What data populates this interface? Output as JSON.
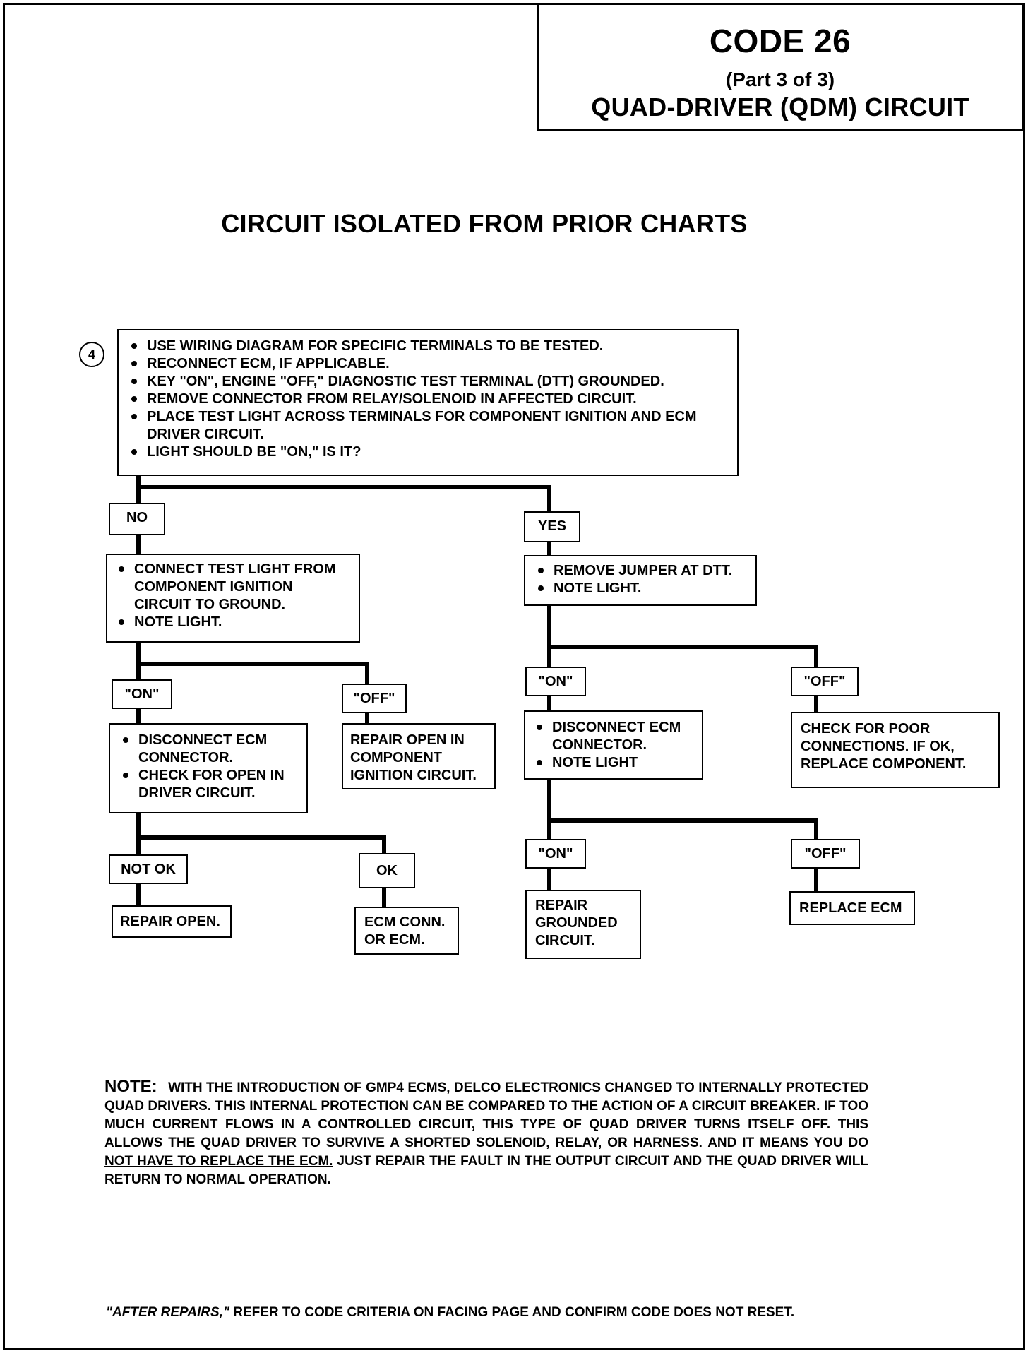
{
  "header": {
    "code": "CODE 26",
    "part": "(Part 3 of 3)",
    "subtitle": "QUAD-DRIVER (QDM) CIRCUIT"
  },
  "chart_title": "CIRCUIT ISOLATED FROM PRIOR CHARTS",
  "step_number": "4",
  "boxes": {
    "start": {
      "items": [
        "USE WIRING DIAGRAM FOR SPECIFIC TERMINALS TO BE TESTED.",
        "RECONNECT ECM, IF APPLICABLE.",
        "KEY \"ON\", ENGINE \"OFF,\" DIAGNOSTIC TEST TERMINAL (DTT) GROUNDED.",
        "REMOVE CONNECTOR FROM RELAY/SOLENOID IN AFFECTED CIRCUIT.",
        "PLACE TEST LIGHT ACROSS TERMINALS FOR COMPONENT IGNITION AND ECM DRIVER CIRCUIT.",
        "LIGHT SHOULD BE \"ON,\" IS IT?"
      ]
    },
    "no_label": "NO",
    "yes_label": "YES",
    "no_action": {
      "items": [
        "CONNECT TEST LIGHT FROM COMPONENT IGNITION CIRCUIT TO GROUND.",
        "NOTE LIGHT."
      ]
    },
    "yes_action": {
      "items": [
        "REMOVE JUMPER AT DTT.",
        "NOTE LIGHT."
      ]
    },
    "left_on_label": "\"ON\"",
    "left_off_label": "\"OFF\"",
    "left_on_action": {
      "items": [
        "DISCONNECT ECM CONNECTOR.",
        "CHECK FOR OPEN IN DRIVER CIRCUIT."
      ]
    },
    "left_off_action": "REPAIR OPEN IN COMPONENT IGNITION CIRCUIT.",
    "not_ok_label": "NOT OK",
    "ok_label": "OK",
    "not_ok_action": "REPAIR OPEN.",
    "ok_action": "ECM CONN. OR ECM.",
    "right_on_label": "\"ON\"",
    "right_off_label": "\"OFF\"",
    "right_on_action": {
      "items": [
        "DISCONNECT ECM CONNECTOR.",
        "NOTE LIGHT"
      ]
    },
    "right_off_action": "CHECK FOR POOR CONNECTIONS. IF OK, REPLACE COMPONENT.",
    "bottom_on_label": "\"ON\"",
    "bottom_off_label": "\"OFF\"",
    "bottom_on_action": "REPAIR GROUNDED CIRCUIT.",
    "bottom_off_action": "REPLACE ECM"
  },
  "note": {
    "heading": "NOTE:",
    "text_before": "WITH THE INTRODUCTION OF GMP4 ECMS, DELCO ELECTRONICS CHANGED TO INTERNALLY PROTECTED QUAD DRIVERS. THIS INTERNAL PROTECTION CAN BE COMPARED TO THE ACTION OF A CIRCUIT BREAKER. IF TOO MUCH CURRENT FLOWS IN A CONTROLLED CIRCUIT, THIS TYPE OF QUAD DRIVER TURNS ITSELF OFF. THIS ALLOWS THE QUAD DRIVER TO SURVIVE A SHORTED SOLENOID, RELAY, OR HARNESS.",
    "underlined": "AND IT MEANS YOU DO NOT HAVE TO REPLACE THE ECM.",
    "text_after": "JUST REPAIR THE FAULT IN THE OUTPUT CIRCUIT AND THE QUAD DRIVER WILL RETURN TO NORMAL OPERATION."
  },
  "footer": {
    "italic": "\"AFTER REPAIRS,\"",
    "text": "REFER TO CODE CRITERIA ON FACING PAGE AND CONFIRM CODE DOES NOT RESET."
  }
}
